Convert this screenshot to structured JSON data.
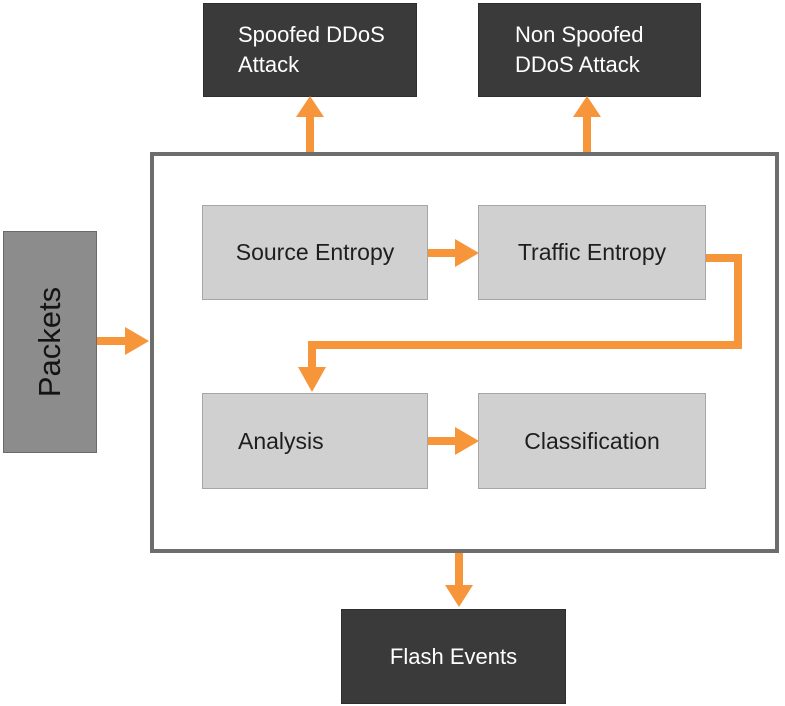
{
  "outputs": {
    "spoofed": "Spoofed DDoS\nAttack",
    "non_spoofed": "Non Spoofed\nDDoS Attack",
    "flash_events": "Flash Events"
  },
  "input": {
    "packets": "Packets"
  },
  "process": {
    "source_entropy": "Source Entropy",
    "traffic_entropy": "Traffic Entropy",
    "analysis": "Analysis",
    "classification": "Classification"
  },
  "colors": {
    "arrow": "#f7953a",
    "dark_box": "#3a3a3a",
    "light_box": "#d0d0d0",
    "packets_box": "#8c8c8c",
    "container_border": "#6d6d6d"
  }
}
